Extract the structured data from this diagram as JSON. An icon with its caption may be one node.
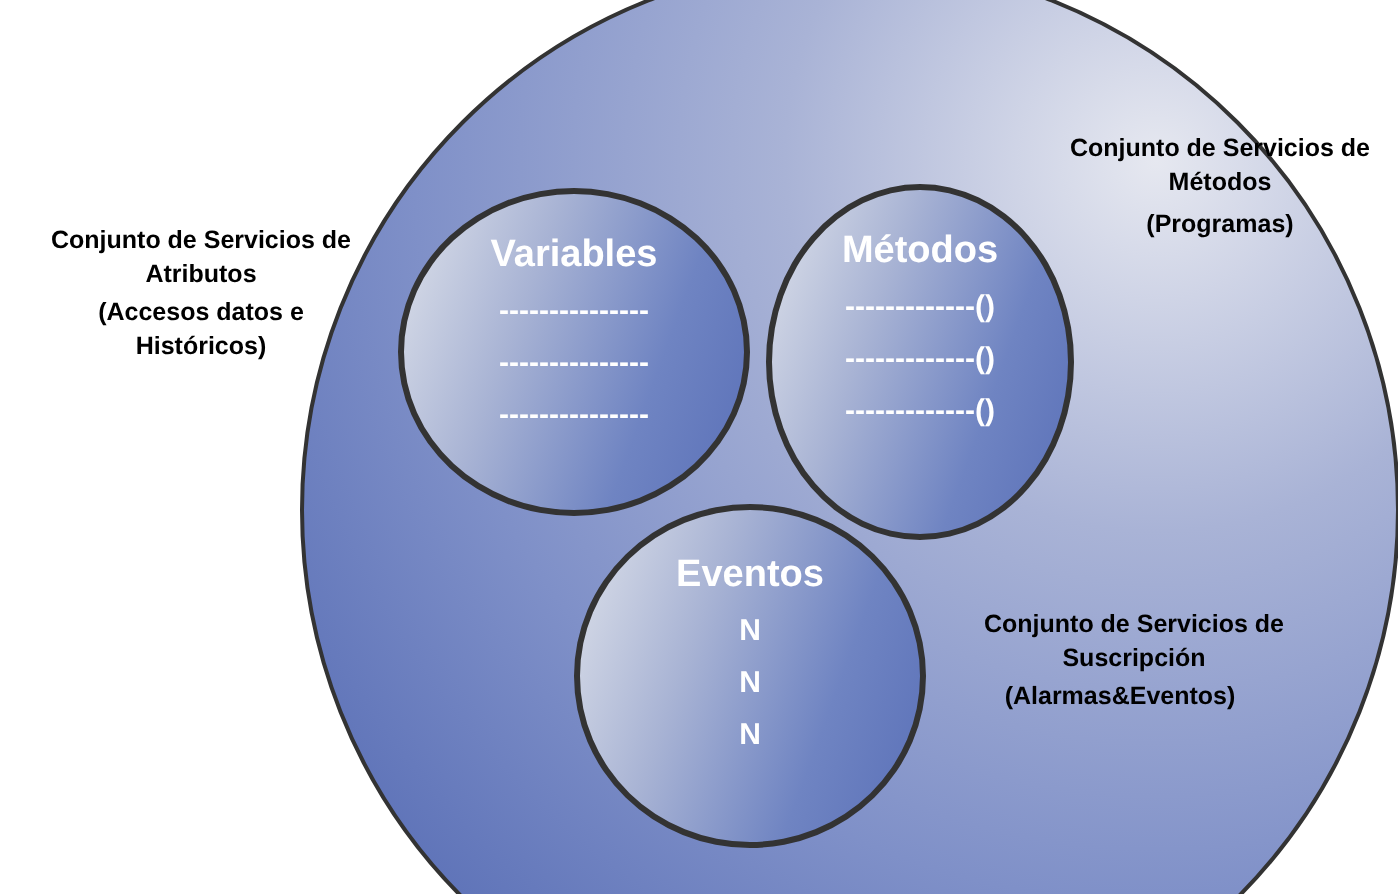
{
  "diagram": {
    "nodes": [
      {
        "text": [],
        "shape": "circle"
      },
      {
        "text": [
          "Variables",
          "---------------",
          "---------------",
          "---------------"
        ],
        "in": 0
      },
      {
        "text": [
          "Métodos",
          "-------------()",
          "-------------()",
          "-------------()"
        ],
        "in": 0
      },
      {
        "text": [
          "Eventos",
          "N",
          "N",
          "N"
        ],
        "in": 0
      }
    ],
    "labels": [
      "Conjunto de Servicios de Atributos",
      "(Accesos datos e Históricos)",
      "Conjunto de Servicios de Métodos",
      "(Programas)",
      "Conjunto de Servicios de Suscripción",
      "(Alarmas&Eventos)"
    ]
  }
}
